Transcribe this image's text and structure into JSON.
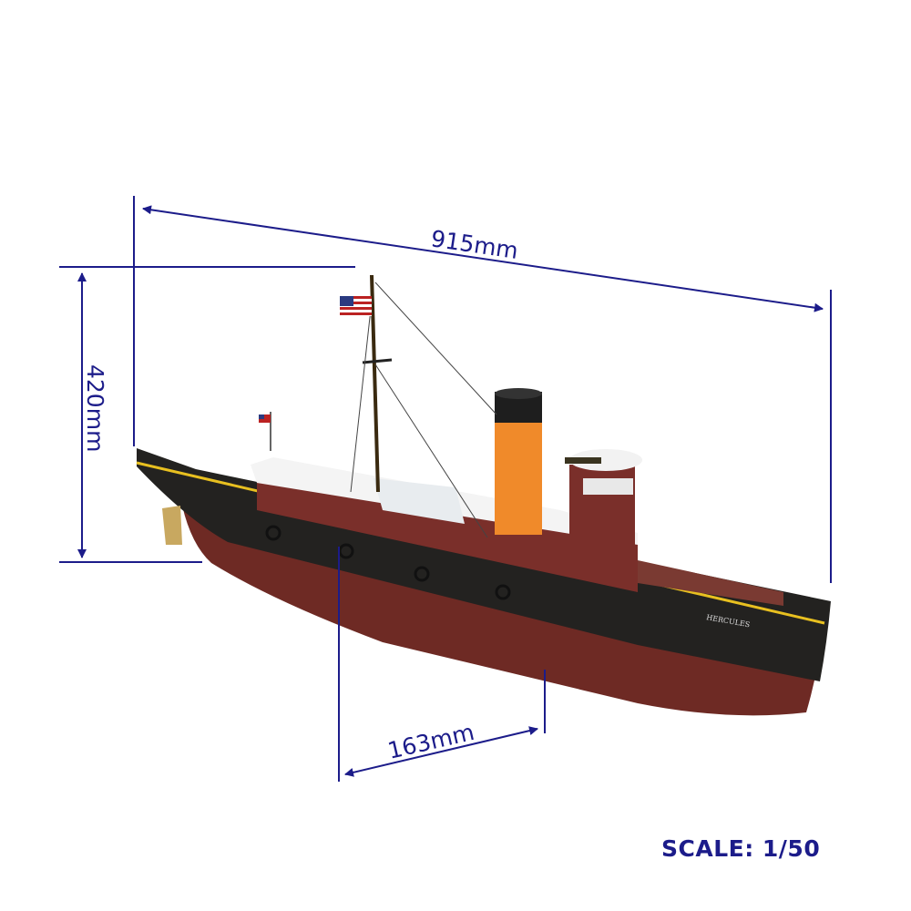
{
  "dimensions": {
    "length": "915mm",
    "height": "420mm",
    "beam": "163mm"
  },
  "scale": "SCALE: 1/50",
  "hull_name": "HERCULES",
  "colors": {
    "dimension_lines": "#1c1c8a",
    "hull_black": "#222222",
    "hull_red": "#6e2a24",
    "deckhouse_red": "#7a2f2a",
    "funnel_orange": "#f08a2a",
    "stripe_yellow": "#e8c020"
  }
}
